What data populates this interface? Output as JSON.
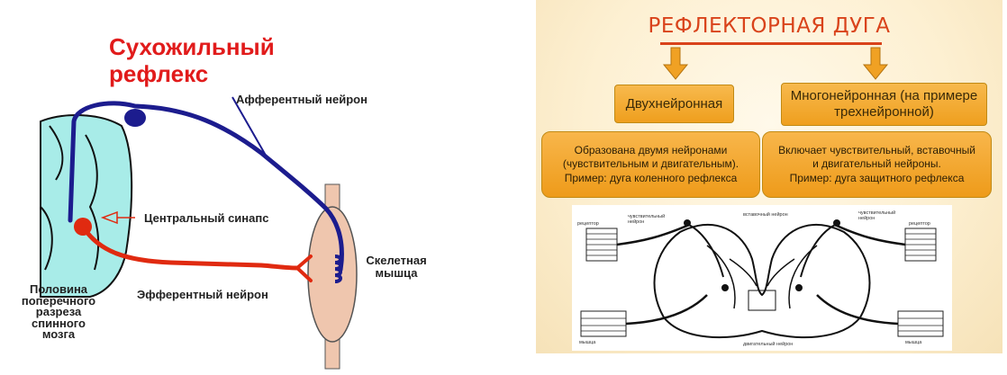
{
  "left": {
    "title_line1": "Сухожильный",
    "title_line2": "рефлекс",
    "afferent_label": "Афферентный нейрон",
    "synapse_label": "Центральный синапс",
    "muscle_label_line1": "Скелетная",
    "muscle_label_line2": "мышца",
    "spinal_label_line1": "Половина",
    "spinal_label_line2": "поперечного",
    "spinal_label_line3": "разреза",
    "spinal_label_line4": "спинного",
    "spinal_label_line5": "мозга",
    "efferent_label": "Эфферентный нейрон",
    "colors": {
      "afferent": "#1c1c8e",
      "efferent": "#e02a10",
      "spinal_cord": "#a8ece8",
      "muscle": "#efc6ae",
      "title": "#e11b1b"
    }
  },
  "right": {
    "title": "РЕФЛЕКТОРНАЯ ДУГА",
    "left_header": "Двухнейронная",
    "right_header": "Многонейронная (на примере трехнейронной)",
    "left_desc": "Образована двумя нейронами\n(чувствительным и двигательным).\nПример: дуга коленного рефлекса",
    "right_desc": "Включает чувствительный, вставочный\nи двигательный нейроны.\nПример: дуга защитного рефлекса",
    "colors": {
      "box": "#f0a124",
      "title": "#d9431b"
    },
    "sketch": {
      "label_receptor_left": "рецептор",
      "label_sensory_left": "чувствительный нейрон",
      "label_interneuron": "вставочный нейрон",
      "label_sensory_right": "чувствительный нейрон",
      "label_receptor_right": "рецептор",
      "label_muscle_left": "мышца",
      "label_motor": "двигательный нейрон",
      "label_muscle_right": "мышца"
    }
  }
}
